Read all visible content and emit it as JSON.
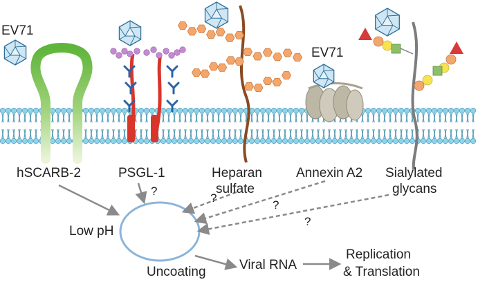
{
  "colors": {
    "membrane_head": "#8ed3ea",
    "membrane_tail": "#5a9fb9",
    "virus_fill": "#cfe6f4",
    "virus_stroke": "#2f6f97",
    "receptor_green": "#6cba3e",
    "psgl_red": "#d8362b",
    "psgl_blue": "#2a63a8",
    "psgl_purple": "#c58ad3",
    "heparan_orange": "#f4a76d",
    "heparan_stem": "#8b4a22",
    "annexin_gray": "#bdb8a6",
    "sialyl_gray": "#7c7c7c",
    "sugar_yellow": "#f7e34f",
    "sugar_green": "#8cbf68",
    "sugar_red": "#d63a3a",
    "vesicle_ring": "#8bb4d9",
    "arrow_gray": "#8a8a8a"
  },
  "labels": {
    "ev71_left": "EV71",
    "ev71_right": "EV71",
    "hscarb2": "hSCARB-2",
    "psgl1": "PSGL-1",
    "heparan_line1": "Heparan",
    "heparan_line2": "sulfate",
    "annexin": "Annexin A2",
    "sialylated_line1": "Sialylated",
    "sialylated_line2": "glycans",
    "low_ph": "Low pH",
    "uncoating": "Uncoating",
    "viral_rna": "Viral RNA",
    "replication_line1": "Replication",
    "replication_line2": "& Translation",
    "q_psgl": "?",
    "q_heparan": "?",
    "q_annexin": "?",
    "q_sialyl": "?"
  },
  "icons": [
    "virus-icon",
    "lipid-bilayer-icon",
    "receptor-loop-icon",
    "glycoprotein-icon",
    "sugar-chain-icon",
    "annexin-complex-icon",
    "endosome-vesicle-icon",
    "arrow-icon"
  ]
}
